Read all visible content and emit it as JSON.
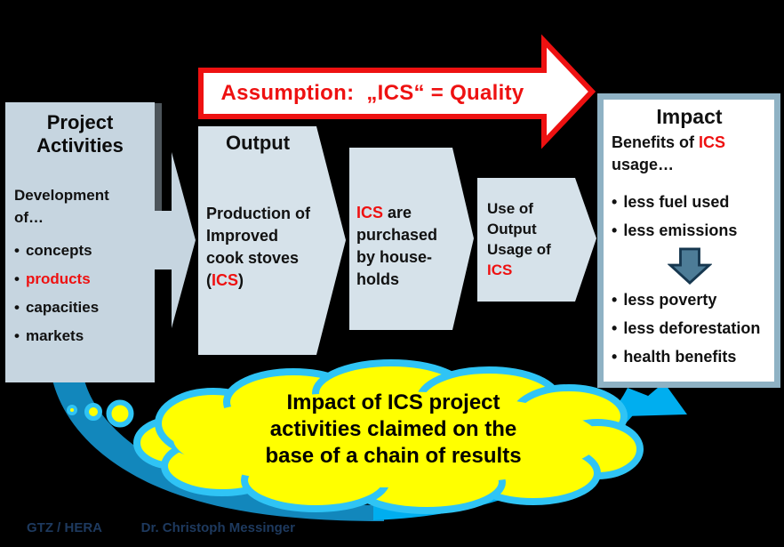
{
  "assumption": {
    "text": "Assumption:  „ICS“ = Quality"
  },
  "glyphs": {
    "bullet": "•"
  },
  "project_activities": {
    "title": "Project\nActivities",
    "intro": "Development\nof…",
    "bullets": [
      "concepts",
      "products",
      "capacities",
      "markets"
    ],
    "highlighted_bullet": "products"
  },
  "output": {
    "title": "Output",
    "lines": "Production of\nImproved\ncook stoves",
    "paren_open": "(",
    "ics": "ICS",
    "paren_close": ")"
  },
  "purchase": {
    "ics": "ICS",
    "line1_rest": " are",
    "lines": "purchased\nby house-\nholds"
  },
  "use": {
    "lines": "Use of\nOutput\nUsage of",
    "ics": "ICS"
  },
  "impact": {
    "title": "Impact",
    "lead_prefix": "Benefits of ",
    "ics": "ICS",
    "lead_line2": "usage…",
    "bullets_top": [
      "less fuel used",
      "less emissions"
    ],
    "bullets_bottom": [
      "less poverty",
      "less deforestation",
      "health benefits"
    ]
  },
  "cloud": {
    "text": "Impact of ICS project\nactivities claimed on the\nbase of a chain of results"
  },
  "footer": {
    "org": "GTZ / HERA",
    "author": "Dr. Christoph Messinger"
  },
  "icons": {
    "assumption_arrow": "right-block-arrow",
    "connector_arrow": "right-block-arrow",
    "impact_down_arrow": "down-block-arrow",
    "results_chain_arrow": "curved-swoosh-arrow",
    "thought_dots": "thought-bubble-dots",
    "cloud_callout": "cloud-callout"
  },
  "colors": {
    "background": "#000000",
    "box_fill": "#C6D5E0",
    "pentagon_fill": "#D6E2EA",
    "accent_red": "#EE1111",
    "impact_border": "#8FB2C4",
    "impact_fill": "#FFFFFF",
    "down_arrow_fill": "#4D7C97",
    "swoosh_dark": "#1287BC",
    "swoosh_bright": "#00AEEF",
    "cloud_fill": "#FFFF00",
    "cloud_outline": "#2FC4F5",
    "footer_text": "#1E3A5F"
  }
}
